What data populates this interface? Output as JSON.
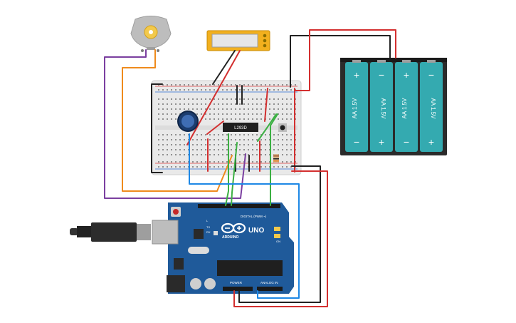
{
  "ic_label": "L293D",
  "batteries": [
    {
      "label": "AA 1.5V",
      "top_sign": "+",
      "bottom_sign": "−"
    },
    {
      "label": "AA 1.5V",
      "top_sign": "−",
      "bottom_sign": "+"
    },
    {
      "label": "AA 1.5V",
      "top_sign": "+",
      "bottom_sign": "−"
    },
    {
      "label": "AA 1.5V",
      "top_sign": "−",
      "bottom_sign": "+"
    }
  ],
  "arduino": {
    "brand": "ARDUINO",
    "model": "UNO",
    "digital_header": "DIGITAL (PWM ~)",
    "power_header": "POWER",
    "analog_header": "ANALOG IN",
    "led_l": "L",
    "led_tx": "TX",
    "led_rx": "RX",
    "led_on": "ON"
  },
  "wire_colors": {
    "red": "#d32f2f",
    "black": "#222222",
    "green": "#3cb043",
    "blue": "#1e88e5",
    "orange": "#ef8b1d",
    "purple": "#7b3fa0"
  },
  "colors": {
    "board_blue": "#1f5a9a",
    "battery_teal": "#34aab0",
    "breadboard": "#e9e9e9",
    "lcd_yellow": "#f2b01e"
  }
}
